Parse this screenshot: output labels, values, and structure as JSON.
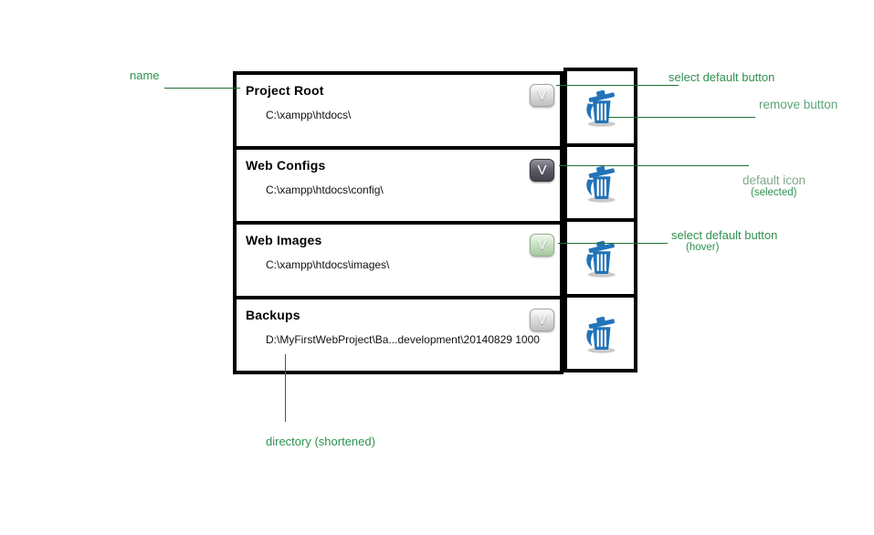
{
  "list": {
    "rows": [
      {
        "name": "Project Root",
        "directory": "C:\\xampp\\htdocs\\",
        "button_state": "default"
      },
      {
        "name": "Web Configs",
        "directory": "C:\\xampp\\htdocs\\config\\",
        "button_state": "selected"
      },
      {
        "name": "Web Images",
        "directory": "C:\\xampp\\htdocs\\images\\",
        "button_state": "hover"
      },
      {
        "name": "Backups",
        "directory": "D:\\MyFirstWebProject\\Ba...development\\20140829 1000",
        "button_state": "default"
      }
    ],
    "select_default_button_label": "V",
    "remove_icon": "trash-icon"
  },
  "annotations": {
    "name_label": "name",
    "select_default_label": "select default button",
    "remove_label": "remove button",
    "default_icon_label": "default icon",
    "default_icon_state": "(selected)",
    "hover_label": "select default button",
    "hover_state": "(hover)",
    "directory_label": "directory (shortened)"
  },
  "colors": {
    "annotation_green": "#2f9150",
    "annotation_line_green": "#1e6f33",
    "trash_blue": "#2273b8",
    "border_black": "#000000",
    "button_selected_dark": "#55555f",
    "button_hover_green": "#b5d3ae"
  }
}
